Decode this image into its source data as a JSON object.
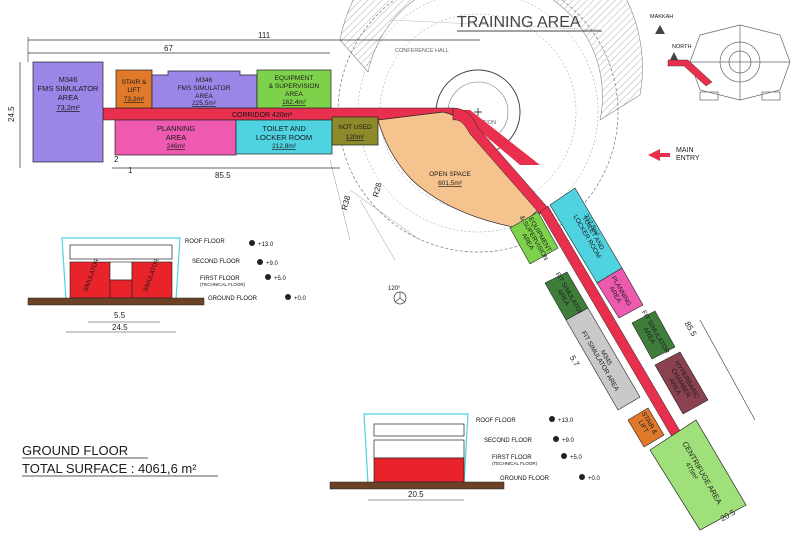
{
  "title": "TRAINING AREA",
  "summary": {
    "floor": "GROUND FLOOR",
    "surface": "TOTAL SURFACE : 4061,6 m²"
  },
  "dimensions": {
    "d111": "111",
    "d67": "67",
    "d245": "24.5",
    "d855": "85.5",
    "d1": "1",
    "d2": "2",
    "r38": "R38",
    "r28": "R28",
    "d855b": "85.5",
    "d205": "20.5",
    "d57": "5.7"
  },
  "labels": {
    "conference_hall": "CONFERENCE HALL",
    "reception": "RECEPTION",
    "corridor": "CORRIDOR 420m²",
    "main_entry": "MAIN\nENTRY",
    "makkah": "MAKKAH",
    "north": "NORTH",
    "angle": "120°"
  },
  "rooms": {
    "m346_sim_left": {
      "name": "M346\nFMS SIMULATOR\nAREA",
      "area": "73,2m²"
    },
    "stair_lift_top": {
      "name": "STAIR &\nLIFT",
      "area": "73,2m²"
    },
    "m346_fms_top": {
      "name": "M346\nFMS SIMULATOR\nAREA",
      "area": "225,5m²"
    },
    "equipment_top": {
      "name": "EQUIPMENT\n& SUPERVISION\nAREA",
      "area": "162,4m²"
    },
    "planning_top": {
      "name": "PLANNING\nAREA",
      "area": "246m²"
    },
    "toilet_top": {
      "name": "TOILET AND\nLOCKER ROOM",
      "area": "212,8m²"
    },
    "not_used": {
      "name": "NOT USED",
      "area": "120m²"
    },
    "open_space": {
      "name": "OPEN SPACE",
      "area": "601,5m²"
    },
    "equipment_diag": {
      "name": "EQUIPMENT\n& SUPERVISION\nAREA",
      "area": "162,4m²"
    },
    "toilet_diag": {
      "name": "TOILET AND\nLOCKER ROOM",
      "area": "212,8m²"
    },
    "planning_diag": {
      "name": "PLANNING\nAREA",
      "area": "136m²"
    },
    "fit_sim_1": {
      "name": "FIT SIMULATOR\nAREA",
      "area": "112m²"
    },
    "fit_sim_2": {
      "name": "FIT SIMULATOR\nAREA",
      "area": "112m²"
    },
    "m345_fit": {
      "name": "M345\nFIT SIMULATOR AREA",
      "area": "225,5m²"
    },
    "hyperbaric": {
      "name": "HYPERBARIC\nCHAMBER\nAREA",
      "area": "132m²"
    },
    "stair_lift_diag": {
      "name": "STAIR &\nLIFT",
      "area": "37,3m²"
    },
    "centrifuge": {
      "name": "CENTRIFUGE AREA",
      "area": "475m²"
    }
  },
  "section_left": {
    "roof": "ROOF FLOOR",
    "roof_lv": "+13.0",
    "second": "SECOND FLOOR",
    "second_lv": "+9.0",
    "first": "FIRST FLOOR",
    "first_sub": "(TECHNICAL FLOOR)",
    "first_lv": "+5.0",
    "ground": "GROUND FLOOR",
    "ground_lv": "+0.0",
    "sim1": "SIMULATOR",
    "sim2": "SIMULATOR",
    "w1": "5.5",
    "w2": "24.5"
  },
  "section_right": {
    "roof": "ROOF FLOOR",
    "roof_lv": "+13.0",
    "second": "SECOND FLOOR",
    "second_lv": "+9.0",
    "first": "FIRST FLOOR",
    "first_sub": "(TECHNICAL FLOOR)",
    "first_lv": "+5.0",
    "ground": "GROUND FLOOR",
    "ground_lv": "+0.0",
    "w": "20.5"
  },
  "colors": {
    "corridor": "#e8304e",
    "purple": "#9b86e8",
    "orange": "#e07a2a",
    "green": "#7ed24b",
    "pink": "#ee5ab0",
    "cyan": "#4fd3e0",
    "olive": "#8c8a2a",
    "tan": "#f5c48e",
    "darkgreen": "#3f7d3a",
    "grey": "#c9c9c9",
    "maroon": "#8a4250",
    "lightgreen": "#9fe07a",
    "blue": "#3c79d6"
  }
}
